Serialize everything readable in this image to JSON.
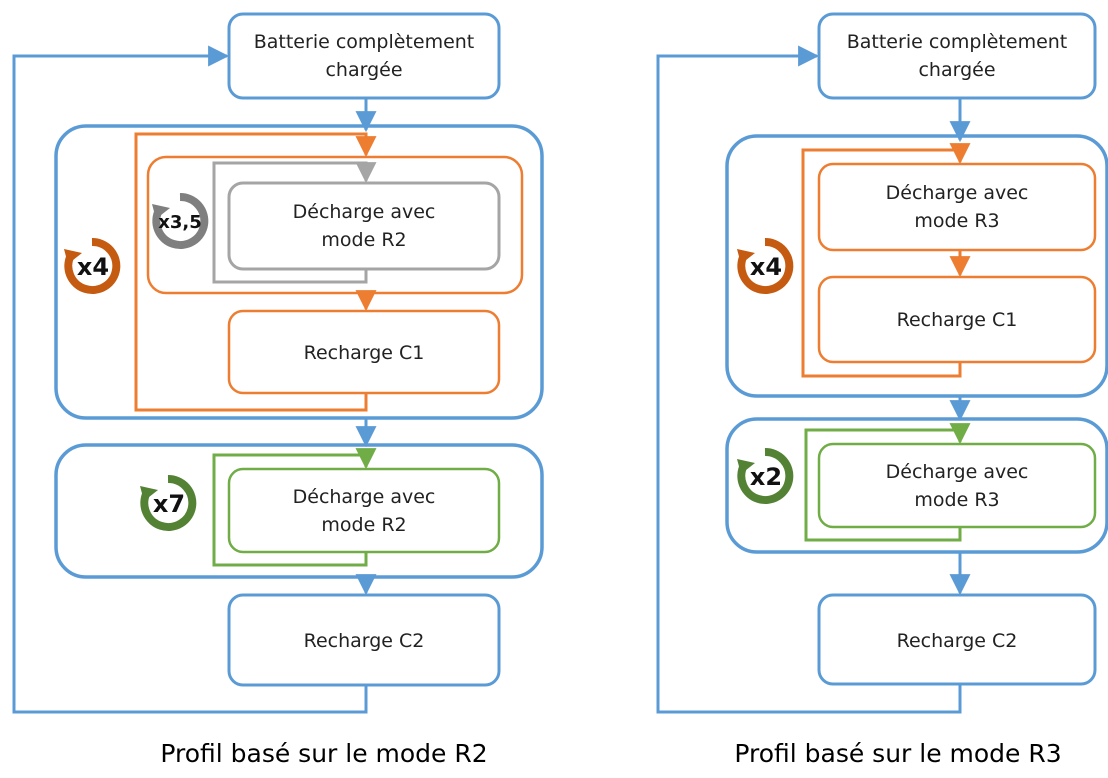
{
  "colors": {
    "blue": "#5b9bd5",
    "orange": "#ed7d31",
    "gray": "#a5a5a5",
    "green": "#70ad47",
    "orange_icon": "#c55a11",
    "gray_icon": "#7f7f7f",
    "green_icon": "#548235"
  },
  "left": {
    "title": "Profil basé sur le mode R2",
    "start": {
      "line1": "Batterie complètement",
      "line2": "chargée"
    },
    "discharge1": {
      "line1": "Décharge avec",
      "line2": "mode R2"
    },
    "recharge1": "Recharge C1",
    "discharge2": {
      "line1": "Décharge avec",
      "line2": "mode R2"
    },
    "recharge2": "Recharge C2",
    "repeat_outer": "x4",
    "repeat_inner": "x3,5",
    "repeat_green": "x7"
  },
  "right": {
    "title": "Profil basé sur le mode R3",
    "start": {
      "line1": "Batterie complètement",
      "line2": "chargée"
    },
    "discharge1": {
      "line1": "Décharge avec",
      "line2": "mode R3"
    },
    "recharge1": "Recharge C1",
    "discharge2": {
      "line1": "Décharge avec",
      "line2": "mode R3"
    },
    "recharge2": "Recharge C2",
    "repeat_orange": "x4",
    "repeat_green": "x2"
  }
}
